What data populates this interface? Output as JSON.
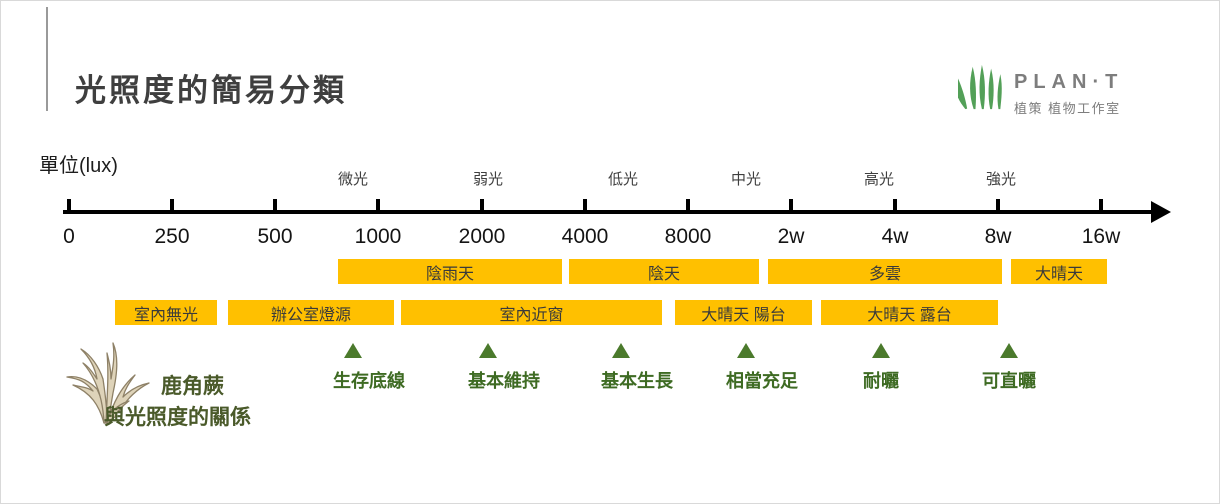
{
  "title": "光照度的簡易分類",
  "logo": {
    "brand": "PLAN·T",
    "subtitle": "植策 植物工作室"
  },
  "axis": {
    "unit_label": "單位(lux)",
    "tick_labels": [
      "0",
      "250",
      "500",
      "1000",
      "2000",
      "4000",
      "8000",
      "2w",
      "4w",
      "8w",
      "16w"
    ],
    "light_levels": [
      "微光",
      "弱光",
      "低光",
      "中光",
      "高光",
      "強光"
    ]
  },
  "weather_bars": [
    {
      "label": "陰雨天"
    },
    {
      "label": "陰天"
    },
    {
      "label": "多雲"
    },
    {
      "label": "大晴天"
    }
  ],
  "location_bars": [
    {
      "label": "室內無光"
    },
    {
      "label": "辦公室燈源"
    },
    {
      "label": "室內近窗"
    },
    {
      "label": "大晴天 陽台"
    },
    {
      "label": "大晴天 露台"
    }
  ],
  "thresholds": [
    "生存底線",
    "基本維持",
    "基本生長",
    "相當充足",
    "耐曬",
    "可直曬"
  ],
  "fern": {
    "title": "鹿角蕨",
    "subtitle": "與光照度的關係"
  },
  "colors": {
    "bar_gold": "#FFC000",
    "marker_green": "#4B7A2C",
    "label_green": "#3E6B23",
    "brand_green": "#53A058",
    "title_gray": "#3F3F3F"
  }
}
